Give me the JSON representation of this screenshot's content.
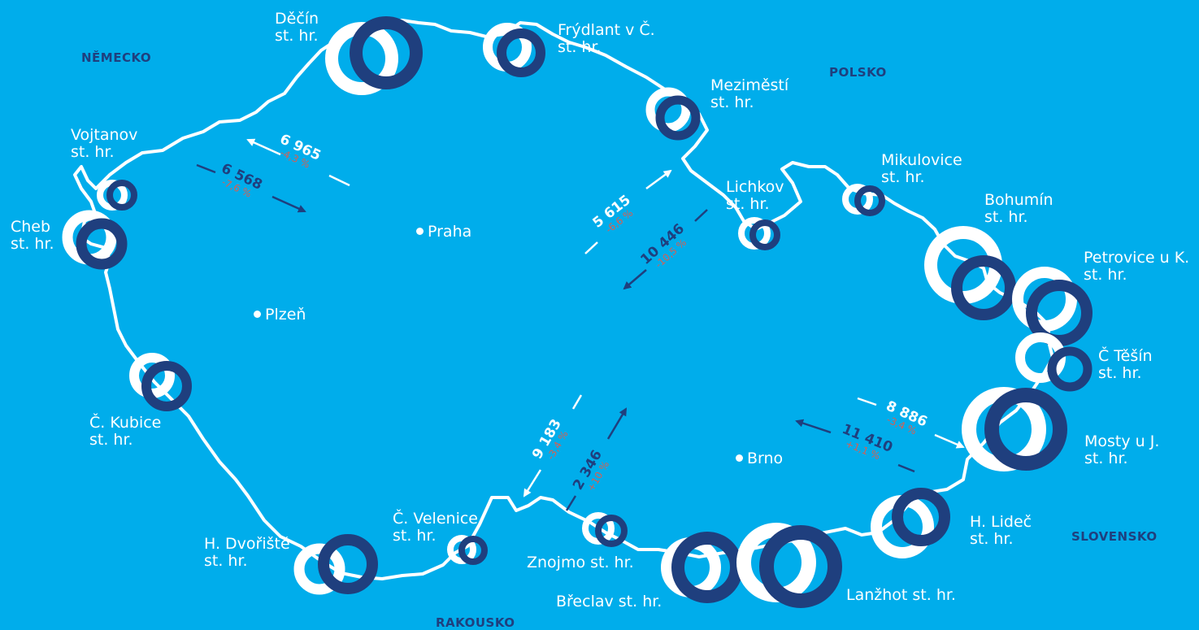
{
  "countries": {
    "nemecko": "NĚMECKO",
    "polsko": "POLSKO",
    "slovensko": "SLOVENSKO",
    "rakousko": "RAKOUSKO"
  },
  "cities": {
    "praha": "Praha",
    "plzen": "Plzeň",
    "brno": "Brno"
  },
  "crossings": {
    "decin": {
      "name": "Děčín",
      "suffix": "st. hr."
    },
    "frydlant": {
      "name": "Frýdlant v Č.",
      "suffix": "st. hr."
    },
    "mezimesti": {
      "name": "Meziměstí",
      "suffix": "st. hr."
    },
    "vojtanov": {
      "name": "Vojtanov",
      "suffix": "st. hr."
    },
    "cheb": {
      "name": "Cheb",
      "suffix": "st. hr."
    },
    "mikulovice": {
      "name": "Mikulovice",
      "suffix": "st. hr."
    },
    "lichkov": {
      "name": "Lichkov",
      "suffix": "st. hr."
    },
    "bohumin": {
      "name": "Bohumín",
      "suffix": "st. hr."
    },
    "petrovice": {
      "name": "Petrovice u K.",
      "suffix": "st. hr."
    },
    "tesin": {
      "name": "Č Těšín",
      "suffix": "st. hr."
    },
    "mosty": {
      "name": "Mosty u J.",
      "suffix": "st. hr."
    },
    "kubice": {
      "name": "Č. Kubice",
      "suffix": "st. hr."
    },
    "hlidec": {
      "name": "H. Lideč",
      "suffix": "st. hr."
    },
    "velenice": {
      "name": "Č. Velenice",
      "suffix": "st. hr."
    },
    "dvoriste": {
      "name": "H. Dvořiště",
      "suffix": "st. hr."
    },
    "znojmo": {
      "name": "Znojmo st. hr."
    },
    "breclav": {
      "name": "Břeclav st. hr."
    },
    "lanzhot": {
      "name": "Lanžhot st. hr."
    }
  },
  "flows": {
    "west_in": {
      "value": "6 965",
      "change": "-4,3 %"
    },
    "west_out": {
      "value": "6 568",
      "change": "-7,6 %"
    },
    "north_in": {
      "value": "5 615",
      "change": "-6,6 %"
    },
    "north_out": {
      "value": "10 446",
      "change": "-10,5 %"
    },
    "south_in": {
      "value": "9 183",
      "change": "-3,4 %"
    },
    "south_out": {
      "value": "2 346",
      "change": "+10 %"
    },
    "east_in": {
      "value": "8 886",
      "change": "-3,4 %"
    },
    "east_out": {
      "value": "11 410",
      "change": "+1,1 %"
    }
  },
  "colors": {
    "background": "#00adeb",
    "border": "#ffffff",
    "ring_dark": "#1f3f7e",
    "ring_light": "#ffffff",
    "change": "#d95f52"
  }
}
